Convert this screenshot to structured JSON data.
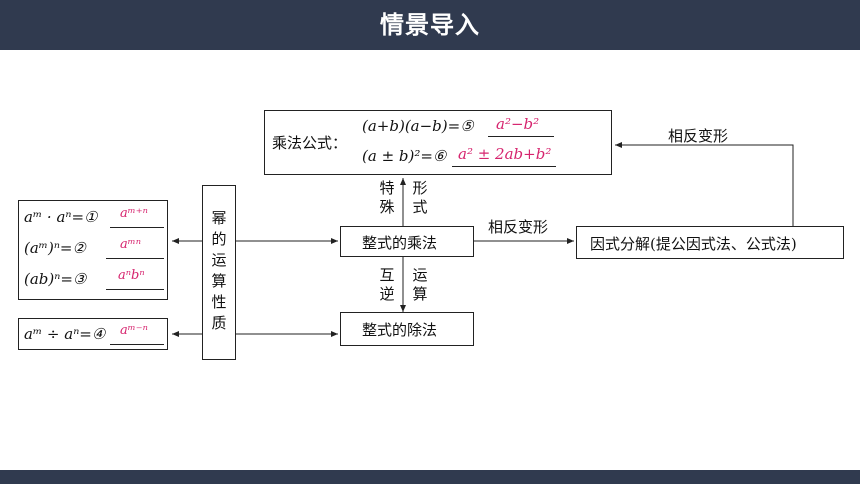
{
  "header": {
    "title": "情景导入"
  },
  "diagram": {
    "power_node": "幂的运算性质",
    "multiply_node": "整式的乘法",
    "divide_node": "整式的除法",
    "factor_node": "因式分解(提公因式法、公式法)",
    "special_form_1": "特殊",
    "special_form_2": "形式",
    "inverse_op_1": "互逆",
    "inverse_op_2": "运算",
    "opposite_label_1": "相反变形",
    "opposite_label_2": "相反变形",
    "formula_box": {
      "label": "乘法公式：",
      "row1_left": "(a+b)(a−b)=⑤",
      "row1_answer": "a²−b²",
      "row2_left": "(a ± b)²=⑥",
      "row2_answer": "a² ± 2ab+b²"
    },
    "power_rules": [
      {
        "left": "aᵐ · aⁿ=①",
        "answer": "aᵐ⁺ⁿ"
      },
      {
        "left": "(aᵐ)ⁿ=②",
        "answer": "aᵐⁿ"
      },
      {
        "left": "(ab)ⁿ=③",
        "answer": "aⁿbⁿ"
      }
    ],
    "division_rule": {
      "left": "aᵐ ÷ aⁿ=④",
      "answer": "aᵐ⁻ⁿ"
    }
  }
}
